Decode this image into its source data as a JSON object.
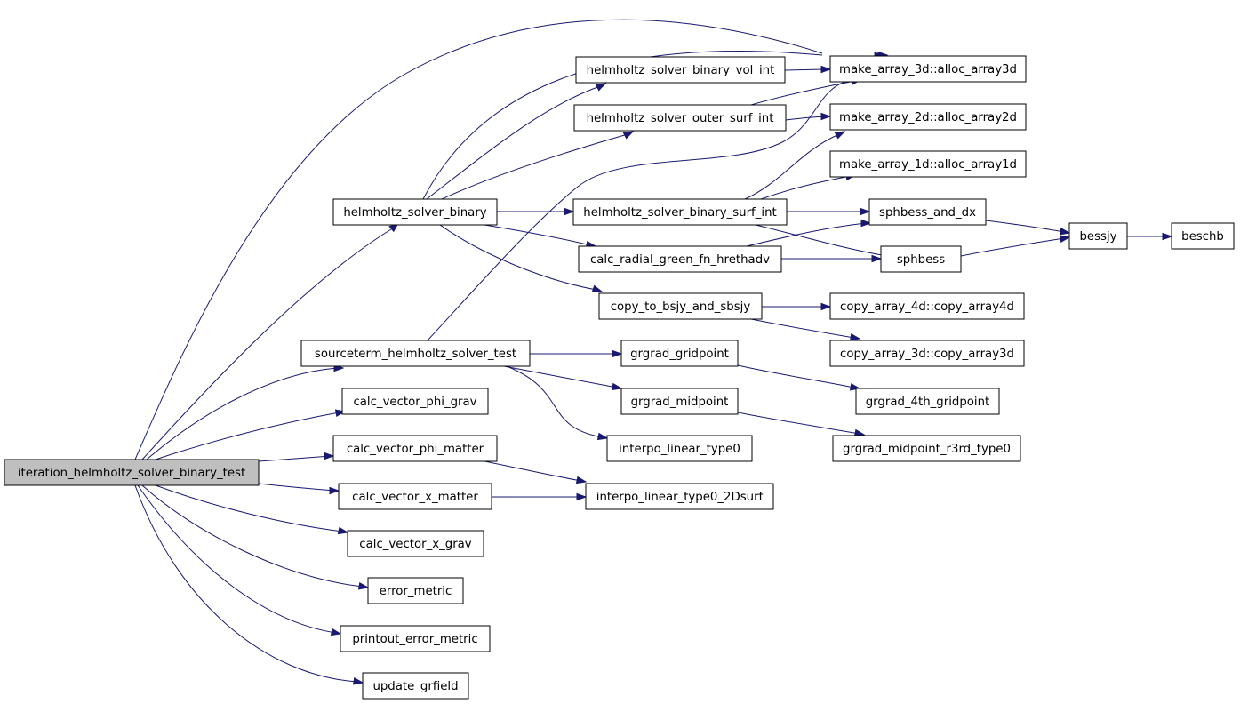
{
  "nodes": [
    {
      "id": "iter",
      "label": "iteration_helmholtz_solver_binary_test",
      "root": true
    },
    {
      "id": "hsb",
      "label": "helmholtz_solver_binary"
    },
    {
      "id": "sht",
      "label": "sourceterm_helmholtz_solver_test"
    },
    {
      "id": "cvpg",
      "label": "calc_vector_phi_grav"
    },
    {
      "id": "cvpm",
      "label": "calc_vector_phi_matter"
    },
    {
      "id": "cvxm",
      "label": "calc_vector_x_matter"
    },
    {
      "id": "cvxg",
      "label": "calc_vector_x_grav"
    },
    {
      "id": "em",
      "label": "error_metric"
    },
    {
      "id": "pem",
      "label": "printout_error_metric"
    },
    {
      "id": "ug",
      "label": "update_grfield"
    },
    {
      "id": "hsbvi",
      "label": "helmholtz_solver_binary_vol_int"
    },
    {
      "id": "hsosi",
      "label": "helmholtz_solver_outer_surf_int"
    },
    {
      "id": "hsbsi",
      "label": "helmholtz_solver_binary_surf_int"
    },
    {
      "id": "crg",
      "label": "calc_radial_green_fn_hrethadv"
    },
    {
      "id": "ctb",
      "label": "copy_to_bsjy_and_sbsjy"
    },
    {
      "id": "ggp",
      "label": "grgrad_gridpoint"
    },
    {
      "id": "gmp",
      "label": "grgrad_midpoint"
    },
    {
      "id": "ilt0",
      "label": "interpo_linear_type0"
    },
    {
      "id": "ilt2d",
      "label": "interpo_linear_type0_2Dsurf"
    },
    {
      "id": "ma3",
      "label": "make_array_3d::alloc_array3d"
    },
    {
      "id": "ma2",
      "label": "make_array_2d::alloc_array2d"
    },
    {
      "id": "ma1",
      "label": "make_array_1d::alloc_array1d"
    },
    {
      "id": "sbdx",
      "label": "sphbess_and_dx"
    },
    {
      "id": "sb",
      "label": "sphbess"
    },
    {
      "id": "ca4",
      "label": "copy_array_4d::copy_array4d"
    },
    {
      "id": "ca3",
      "label": "copy_array_3d::copy_array3d"
    },
    {
      "id": "g4g",
      "label": "grgrad_4th_gridpoint"
    },
    {
      "id": "gmr3",
      "label": "grgrad_midpoint_r3rd_type0"
    },
    {
      "id": "bj",
      "label": "bessjy"
    },
    {
      "id": "bc",
      "label": "beschb"
    }
  ]
}
